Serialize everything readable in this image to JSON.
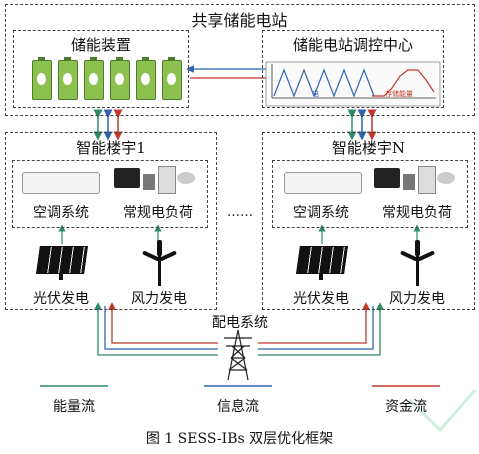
{
  "station": {
    "title": "共享储能电站",
    "storage_device": "储能装置",
    "control_center": "储能电站调控中心",
    "chart_legend": {
      "electricity": "电",
      "stored_energy": "存储能量"
    }
  },
  "buildings": [
    {
      "title": "智能楼宇1",
      "ac": "空调系统",
      "load": "常规电负荷",
      "pv": "光伏发电",
      "wind": "风力发电"
    },
    {
      "title": "智能楼宇N",
      "ac": "空调系统",
      "load": "常规电负荷",
      "pv": "光伏发电",
      "wind": "风力发电"
    }
  ],
  "ellipsis": "……",
  "grid": "配电系统",
  "legend": {
    "energy": "能量流",
    "info": "信息流",
    "money": "资金流",
    "colors": {
      "energy": "#2e8b6a",
      "info": "#2f63b0",
      "money": "#c0392b"
    }
  },
  "caption": "图 1 SESS-IBs 双层优化框架"
}
